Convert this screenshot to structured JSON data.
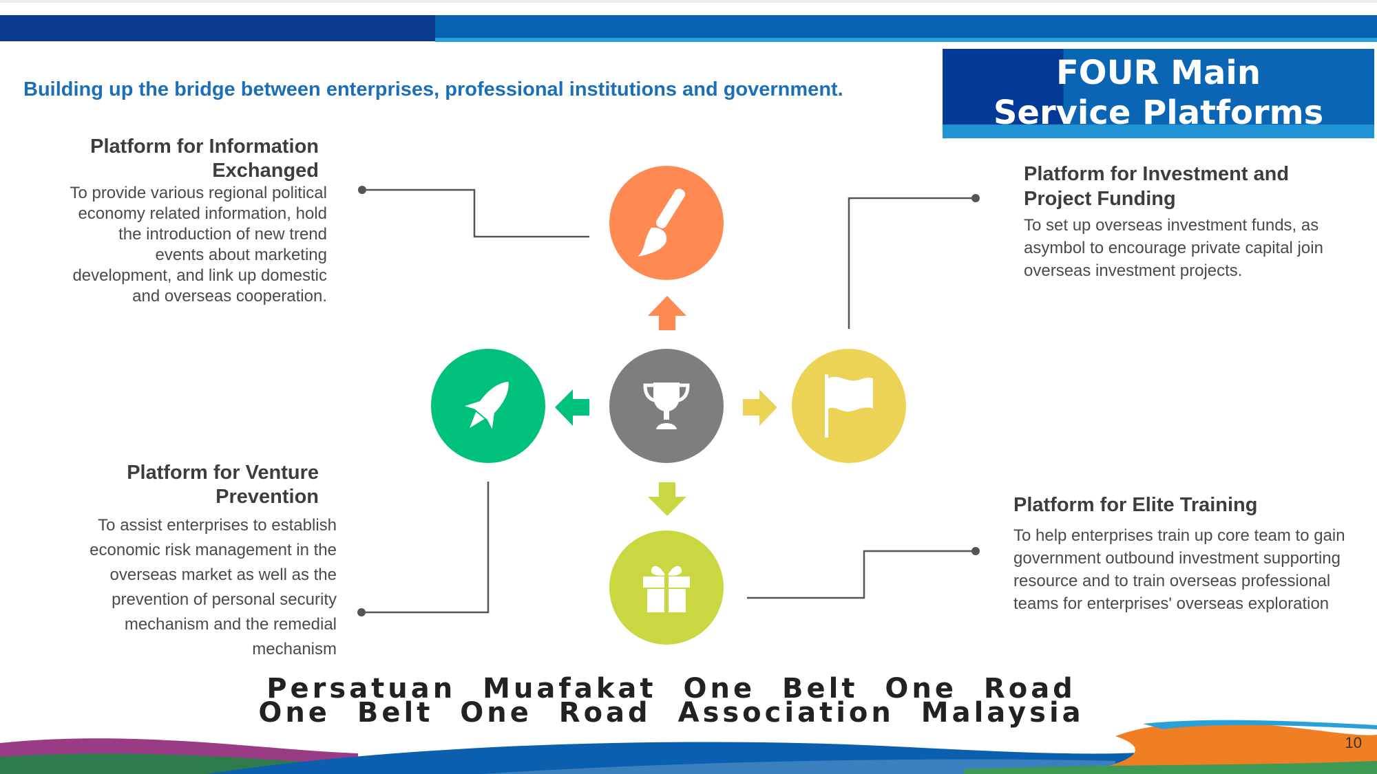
{
  "header": {
    "title_line1": "FOUR Main",
    "title_line2": "Service Platforms",
    "subtitle": "Building up the bridge between enterprises, professional  institutions and government."
  },
  "platforms": {
    "information": {
      "title": "Platform for Information Exchanged",
      "description": "To provide various regional political economy related information, hold the introduction of new trend events about marketing development, and link up domestic and overseas cooperation.",
      "icon": "paintbrush-icon",
      "color": "#ff8953"
    },
    "investment": {
      "title": "Platform for Investment and Project Funding",
      "description": "To set up overseas investment funds, as asymbol to encourage private capital join overseas investment projects.",
      "icon": "flag-icon",
      "color": "#ecd356"
    },
    "venture": {
      "title": "Platform for Venture Prevention",
      "description": "To assist enterprises to establish economic risk management  in the overseas market as well as the prevention of personal security mechanism and the  remedial mechanism",
      "icon": "rocket-icon",
      "color": "#00c17a"
    },
    "training": {
      "title": "Platform for  Elite Training",
      "description": "To help enterprises train up core team to gain government outbound investment supporting resource and to train overseas professional teams for enterprises' overseas exploration",
      "icon": "gift-icon",
      "color": "#c9d740"
    },
    "center": {
      "icon": "trophy-icon",
      "color": "#7e7e7e"
    }
  },
  "footer": {
    "line1": "Persatuan  Muafakat  One  Belt  One  Road",
    "line2": "One  Belt  One  Road  Association  Malaysia",
    "page_number": "10"
  },
  "colors": {
    "band_dark": "#0b3a8f",
    "band_light": "#0563b0",
    "accent_blue": "#1b6fb8"
  }
}
